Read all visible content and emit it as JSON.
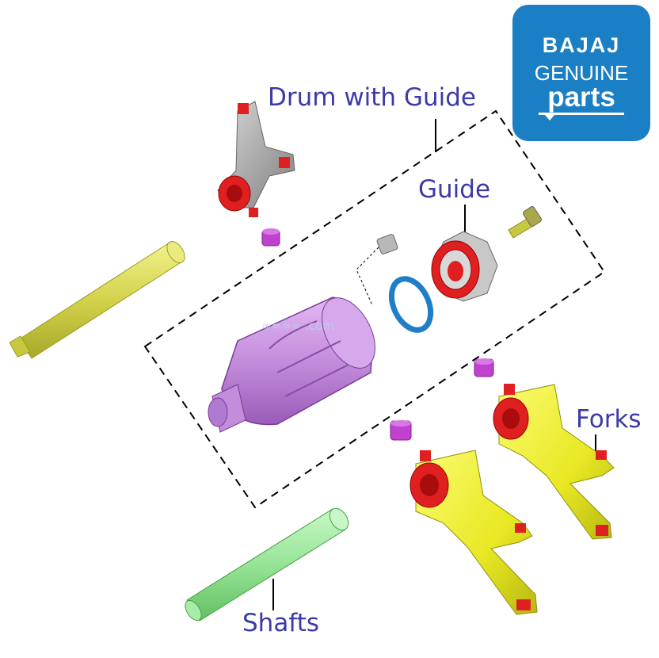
{
  "labels": {
    "drum_with_guide": "Drum with Guide",
    "guide": "Guide",
    "forks": "Forks",
    "shafts": "Shafts"
  },
  "logo": {
    "brand": "BAJAJ",
    "line2": "GENUINE",
    "line3": "parts"
  },
  "watermark": "∞≈≈∞ .com",
  "colors": {
    "label_text": "#3a3aa8",
    "logo_background": "#1a7fc4",
    "drum": "#c68fe0",
    "fork_yellow": "#f0f02a",
    "fork_red": "#e02020",
    "shaft_olive": "#d8d850",
    "shaft_green": "#9ae89a",
    "o_ring": "#1e7fc8",
    "top_fork_grey": "#a8a8a8",
    "bushing_purple": "#c040d0"
  }
}
